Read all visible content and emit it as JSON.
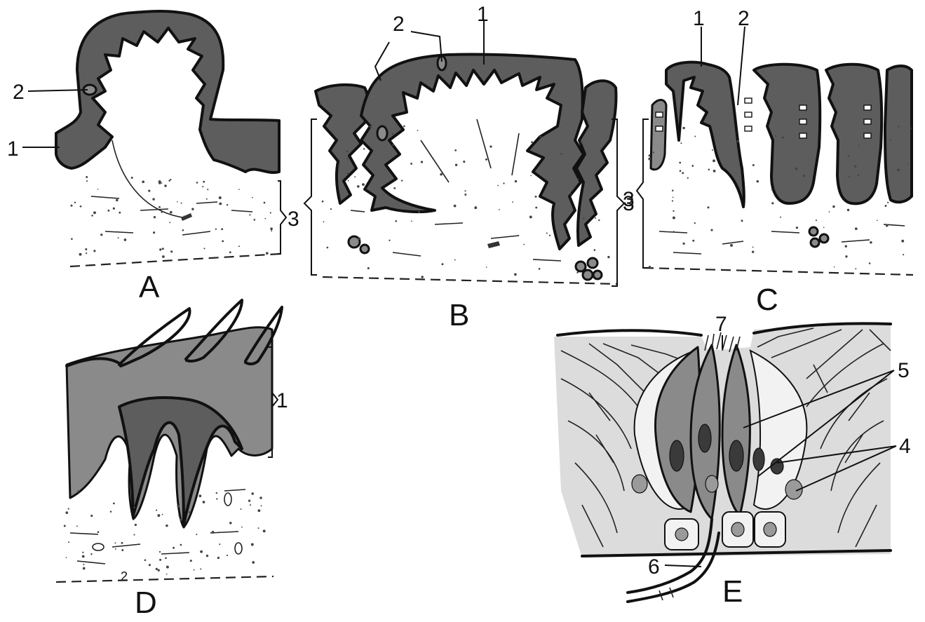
{
  "figure": {
    "panels": [
      {
        "id": "A",
        "label": "A",
        "callouts": [
          "1",
          "2",
          "3"
        ]
      },
      {
        "id": "B",
        "label": "B",
        "callouts": [
          "1",
          "2",
          "3"
        ]
      },
      {
        "id": "C",
        "label": "C",
        "callouts": [
          "1",
          "2",
          "3"
        ]
      },
      {
        "id": "D",
        "label": "D",
        "callouts": [
          "1",
          "2"
        ]
      },
      {
        "id": "E",
        "label": "E",
        "callouts": [
          "4",
          "5",
          "6",
          "7"
        ]
      }
    ],
    "colors": {
      "ink": "#111111",
      "epithelium": "#5d5d5d",
      "tissue_gray": "#dcdcdc",
      "background": "#ffffff"
    }
  }
}
